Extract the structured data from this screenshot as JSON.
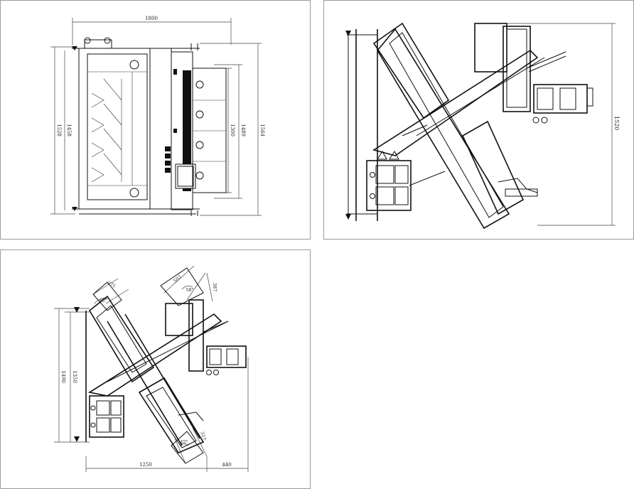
{
  "front_view": {
    "dims": {
      "width": "1800",
      "height_outer": "1528",
      "height_inner": "1458",
      "right_a": "1300",
      "right_b": "1489",
      "right_c": "1564"
    }
  },
  "side_view": {
    "dims": {
      "height": "1520"
    }
  },
  "angle_view": {
    "dims": {
      "height_outer": "1490",
      "height_inner": "1350",
      "base_left": "1250",
      "base_right": "440",
      "top_left_len": "271",
      "top_left_angle": "45°",
      "top_right_len": "502",
      "top_right_angle": "58°",
      "top_right_side": "387",
      "bottom_angle": "45°",
      "bottom_len": "317"
    }
  },
  "colors": {
    "line": "#111111",
    "panel_border": "#9a9a9a",
    "background": "#ffffff"
  }
}
